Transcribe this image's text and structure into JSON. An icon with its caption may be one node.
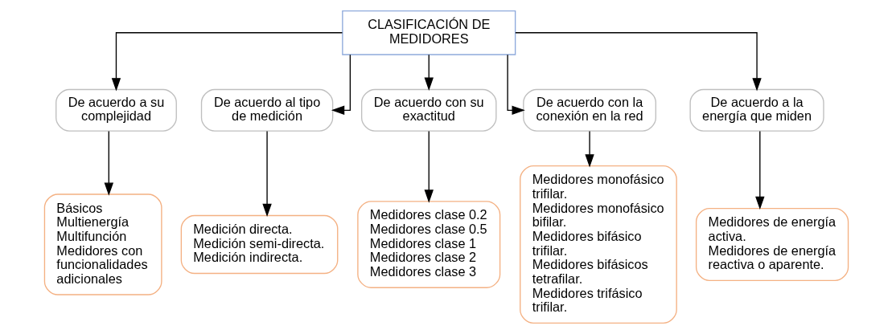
{
  "diagram": {
    "nodes": [
      {
        "text": [
          "CLASIFICACIÓN DE MEDIDORES"
        ]
      },
      {
        "text": [
          "De acuerdo a su complejidad"
        ]
      },
      {
        "text": [
          "De acuerdo al tipo de medición"
        ]
      },
      {
        "text": [
          "De acuerdo con su exactitud"
        ]
      },
      {
        "text": [
          "De acuerdo con la conexión en la red"
        ]
      },
      {
        "text": [
          "De acuerdo a la energía que miden"
        ]
      },
      {
        "text": [
          "Básicos",
          "Multienergía",
          "Multifunción",
          "Medidores con funcionalidades adicionales"
        ]
      },
      {
        "text": [
          "Medición directa.",
          "Medición semi-directa.",
          "Medición indirecta."
        ]
      },
      {
        "text": [
          "Medidores clase 0.2",
          "Medidores clase 0.5",
          "Medidores clase 1",
          "Medidores clase 2",
          "Medidores clase 3"
        ]
      },
      {
        "text": [
          "Medidores monofásico trifilar.",
          "Medidores monofásico bifilar.",
          "Medidores bifásico trifilar.",
          "Medidores bifásicos tetrafilar.",
          "Medidores trifásico trifilar."
        ]
      },
      {
        "text": [
          "Medidores de energía activa.",
          "Medidores de energía reactiva o aparente."
        ]
      }
    ],
    "edges": [
      {
        "from": 0,
        "to": 1,
        "arrow": "to"
      },
      {
        "from": 0,
        "to": 2,
        "arrow": "to"
      },
      {
        "from": 0,
        "to": 3,
        "arrow": "to"
      },
      {
        "from": 0,
        "to": 4,
        "arrow": "to"
      },
      {
        "from": 0,
        "to": 5,
        "arrow": "to"
      },
      {
        "from": 1,
        "to": 6,
        "arrow": "to"
      },
      {
        "from": 2,
        "to": 7,
        "arrow": "to"
      },
      {
        "from": 3,
        "to": 8,
        "arrow": "to"
      },
      {
        "from": 4,
        "to": 9,
        "arrow": "to"
      },
      {
        "from": 5,
        "to": 10,
        "arrow": "to"
      }
    ]
  }
}
